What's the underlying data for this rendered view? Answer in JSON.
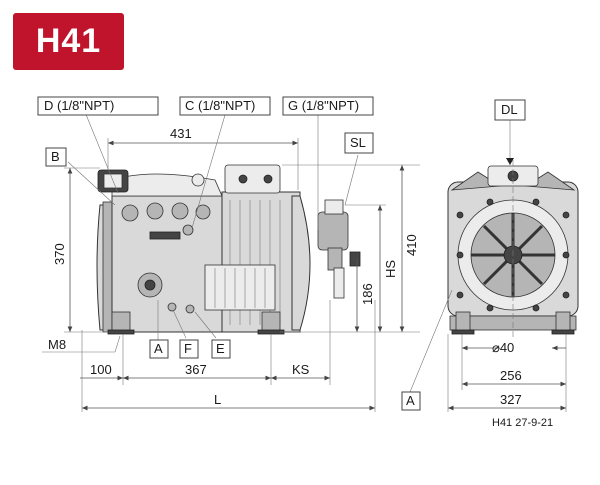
{
  "badge": {
    "model": "H41",
    "color": "#c0142c"
  },
  "callouts": {
    "d": "D  (1/8\"NPT)",
    "c": "C  (1/8\"NPT)",
    "g": "G  (1/8\"NPT)",
    "dl": "DL",
    "sl": "SL",
    "b": "B",
    "a_left": "A",
    "f": "F",
    "e": "E",
    "a_right": "A"
  },
  "dimensions": {
    "d431": "431",
    "d370": "370",
    "d410": "410",
    "hs": "HS",
    "d186": "186",
    "m8": "M8",
    "d100": "100",
    "d367": "367",
    "ks": "KS",
    "l": "L",
    "dia40": "⌀40",
    "d256": "256",
    "d327": "327"
  },
  "footer": {
    "ref": "H41 27-9-21"
  }
}
